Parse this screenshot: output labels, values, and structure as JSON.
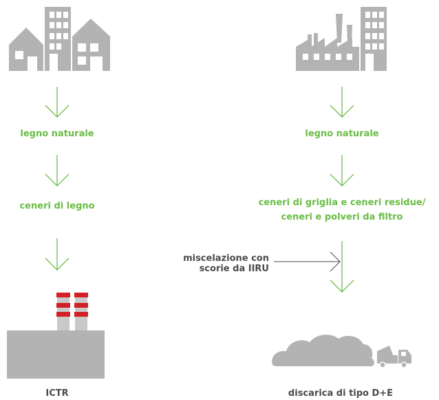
{
  "colors": {
    "accent_green": "#6abd45",
    "icon_grey": "#b3b3b3",
    "text_dark": "#4a4a4a",
    "chimney_red": "#d32027"
  },
  "left_flow": {
    "top_icon": "houses-icon",
    "step1_label": "legno naturale",
    "step2_label": "ceneri di legno",
    "end_icon": "factory-chimneys-icon",
    "end_label": "ICTR"
  },
  "right_flow": {
    "top_icon": "factory-icon",
    "step1_label": "legno naturale",
    "step2_line1": "ceneri di griglia e ceneri residue/",
    "step2_line2": "ceneri e polveri da filtro",
    "side_input_line1": "miscelazione con",
    "side_input_line2": "scorie da IIRU",
    "end_icon": "landfill-truck-icon",
    "end_label": "discarica di tipo D+E"
  }
}
